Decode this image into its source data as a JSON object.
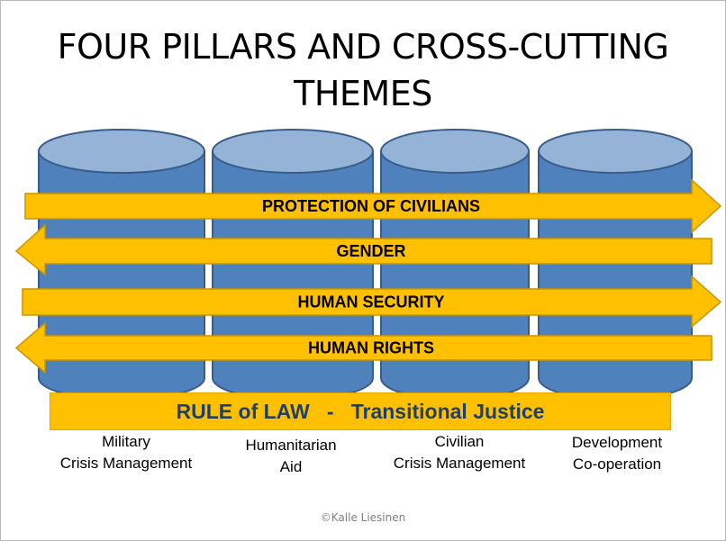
{
  "title": {
    "line1": "FOUR PILLARS AND CROSS-CUTTING",
    "line2": "THEMES"
  },
  "themes": [
    {
      "label": "PROTECTION OF CIVILIANS",
      "direction": "right"
    },
    {
      "label": "GENDER",
      "direction": "left"
    },
    {
      "label": "HUMAN SECURITY",
      "direction": "right"
    },
    {
      "label": "HUMAN RIGHTS",
      "direction": "left"
    }
  ],
  "foundation": {
    "part1": "RULE of LAW",
    "separator": "-",
    "part2": "Transitional Justice"
  },
  "pillars": [
    {
      "line1": "Military",
      "line2": "Crisis Management"
    },
    {
      "line1": "Humanitarian",
      "line2": "Aid"
    },
    {
      "line1": "Civilian",
      "line2": "Crisis Management"
    },
    {
      "line1": "Development",
      "line2": "Co-operation"
    }
  ],
  "credit": "©Kalle Liesinen",
  "colors": {
    "pillar_body": "#4f81bd",
    "pillar_top": "#95b3d7",
    "pillar_outline": "#385d8a",
    "arrow_fill": "#ffc000",
    "arrow_outline": "#c89400",
    "banner_text": "#1f3f66"
  }
}
